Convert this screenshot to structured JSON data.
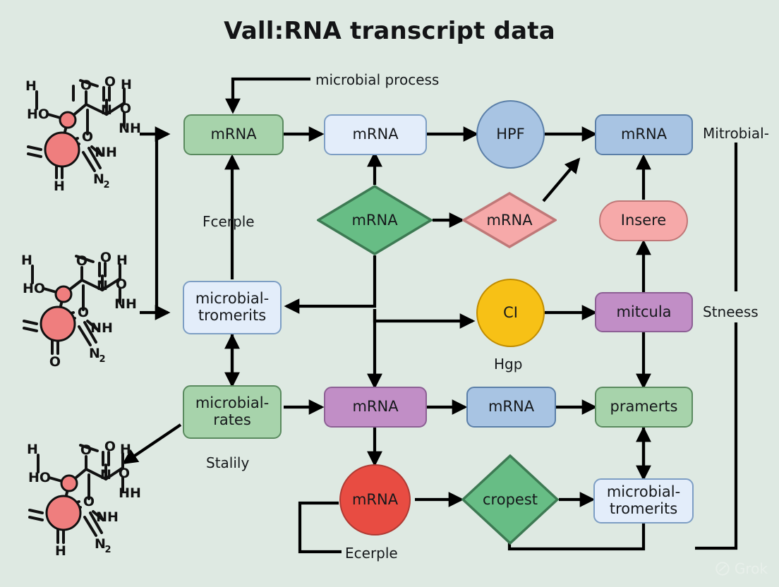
{
  "page": {
    "title": "Vall:RNA transcript data",
    "background_color": "#dee9e2",
    "watermark": "Grok"
  },
  "palette": {
    "green_fill": "#a7d3ab",
    "green_border": "#5a8a5f",
    "green_diamond_fill": "#67bd85",
    "green_diamond_border": "#3d7a53",
    "lightblue_fill": "#e3edfa",
    "lightblue_border": "#7d9ec4",
    "blue_fill": "#a8c4e3",
    "blue_border": "#5b7fa8",
    "pink_fill": "#f6a9a9",
    "pink_border": "#c07878",
    "purple_fill": "#c18ec6",
    "purple_border": "#8c5f94",
    "yellow_fill": "#f7c116",
    "yellow_border": "#c08c00",
    "red_fill": "#e84c42",
    "red_border": "#b03a33",
    "arrow_color": "#000000",
    "chem_red": "#ef7e7e"
  },
  "nodes": [
    {
      "id": "n-mrna-green-top",
      "label": "mRNA",
      "shape": "rect",
      "fill": "#a7d3ab",
      "border": "#5a8a5f"
    },
    {
      "id": "n-mrna-lightblue-top",
      "label": "mRNA",
      "shape": "rect",
      "fill": "#e3edfa",
      "border": "#7d9ec4"
    },
    {
      "id": "n-hpf",
      "label": "HPF",
      "shape": "circle",
      "fill": "#a8c4e3",
      "border": "#5b7fa8"
    },
    {
      "id": "n-mrna-blue-top",
      "label": "mRNA",
      "shape": "rect",
      "fill": "#a8c4e3",
      "border": "#5b7fa8"
    },
    {
      "id": "n-mrna-diamond-green",
      "label": "mRNA",
      "shape": "diamond",
      "fill": "#67bd85",
      "border": "#3d7a53"
    },
    {
      "id": "n-mrna-diamond-pink",
      "label": "mRNA",
      "shape": "diamond",
      "fill": "#f6a9a9",
      "border": "#c07878"
    },
    {
      "id": "n-insere",
      "label": "Insere",
      "shape": "pill",
      "fill": "#f6a9a9",
      "border": "#c07878"
    },
    {
      "id": "n-tromerits-mid",
      "label": "microbial-\ntromerits",
      "shape": "rect",
      "fill": "#e3edfa",
      "border": "#7d9ec4"
    },
    {
      "id": "n-ci",
      "label": "CI",
      "shape": "circle",
      "fill": "#f7c116",
      "border": "#c08c00"
    },
    {
      "id": "n-mitcula",
      "label": "mitcula",
      "shape": "rect",
      "fill": "#c18ec6",
      "border": "#8c5f94"
    },
    {
      "id": "n-rates",
      "label": "microbial-\nrates",
      "shape": "rect",
      "fill": "#a7d3ab",
      "border": "#5a8a5f"
    },
    {
      "id": "n-mrna-purple",
      "label": "mRNA",
      "shape": "rect",
      "fill": "#c18ec6",
      "border": "#8c5f94"
    },
    {
      "id": "n-mrna-blue-bottom",
      "label": "mRNA",
      "shape": "rect",
      "fill": "#a8c4e3",
      "border": "#5b7fa8"
    },
    {
      "id": "n-pramerts",
      "label": "pramerts",
      "shape": "rect",
      "fill": "#a7d3ab",
      "border": "#5a8a5f"
    },
    {
      "id": "n-mrna-red",
      "label": "mRNA",
      "shape": "circle",
      "fill": "#e84c42",
      "border": "#b03a33"
    },
    {
      "id": "n-cropest",
      "label": "cropest",
      "shape": "diamond",
      "fill": "#67bd85",
      "border": "#3d7a53"
    },
    {
      "id": "n-tromerits-bottom",
      "label": "microbial-\ntromerits",
      "shape": "rect",
      "fill": "#e3edfa",
      "border": "#7d9ec4"
    }
  ],
  "node_labels": {
    "mrna_green_top": "mRNA",
    "mrna_lightblue_top": "mRNA",
    "hpf": "HPF",
    "mrna_blue_top": "mRNA",
    "mrna_diamond_green": "mRNA",
    "mrna_diamond_pink": "mRNA",
    "insere": "Insere",
    "tromerits_mid_line1": "microbial-",
    "tromerits_mid_line2": "tromerits",
    "ci": "CI",
    "mitcula": "mitcula",
    "rates_line1": "microbial-",
    "rates_line2": "rates",
    "mrna_purple": "mRNA",
    "mrna_blue_bottom": "mRNA",
    "pramerts": "pramerts",
    "mrna_red": "mRNA",
    "cropest": "cropest",
    "tromerits_bottom_line1": "microbial-",
    "tromerits_bottom_line2": "tromerits"
  },
  "edge_labels": {
    "microbial_process": "microbial process",
    "fcerple": "Fcerple",
    "mitrobial": "Mitrobial-",
    "stneess": "Stneess",
    "hgp": "Hgp",
    "stalily": "Stalily",
    "ecerple": "Ecerple"
  },
  "chem_structures": [
    {
      "id": "chem-1",
      "atoms": [
        "H",
        "HO",
        "O",
        "O",
        "N",
        "H",
        "O",
        "NH",
        "O",
        "NH",
        "N",
        "H"
      ],
      "subscript_labels": [
        "NH",
        "N"
      ],
      "subscripts": [
        "2"
      ]
    },
    {
      "id": "chem-2",
      "atoms": [
        "H",
        "HO",
        "O",
        "O",
        "N",
        "H",
        "O",
        "NH",
        "O",
        "NH",
        "N",
        "O"
      ],
      "subscript_labels": [
        "NH",
        "N"
      ],
      "subscripts": [
        "2"
      ]
    },
    {
      "id": "chem-3",
      "atoms": [
        "H",
        "HO",
        "O",
        "O",
        "N",
        "H",
        "O",
        "H",
        "O",
        "NH",
        "N",
        "H"
      ],
      "subscript_labels": [
        "NH",
        "N"
      ],
      "subscripts": [
        "2"
      ]
    }
  ],
  "chem_atom_text": {
    "H": "H",
    "HO": "HO",
    "O": "O",
    "N": "N",
    "NH": "NH",
    "NH_sub": "NH",
    "N2": "N",
    "two": "2",
    "HH": "HH"
  }
}
